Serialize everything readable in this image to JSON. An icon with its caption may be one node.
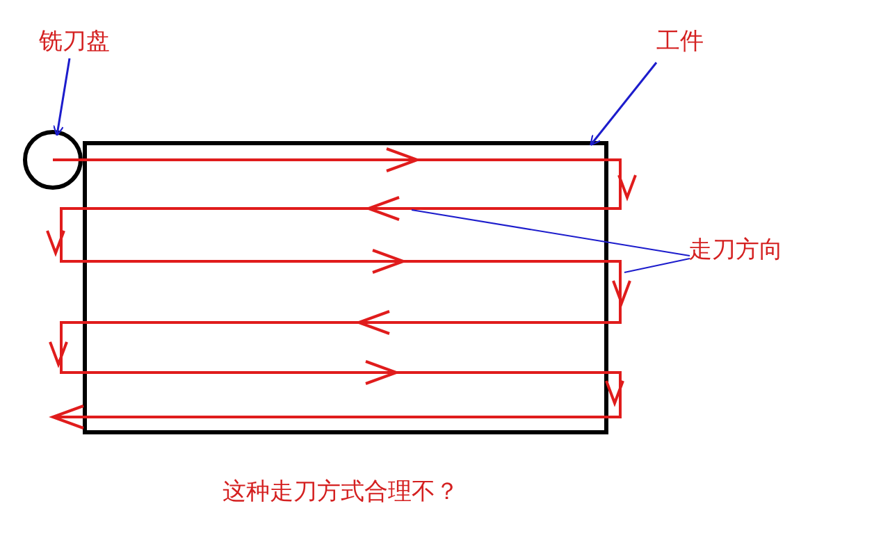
{
  "diagram": {
    "caption": "这种走刀方式合理不？",
    "nodes": [
      {
        "text": [
          "铣刀盘"
        ]
      },
      {
        "text": [],
        "shape": "circle"
      },
      {
        "text": [
          "工件"
        ]
      },
      {
        "text": [],
        "shape": "box"
      },
      {
        "text": [
          "走刀方向"
        ]
      },
      {
        "text": [],
        "shape": "line"
      }
    ],
    "edges": [
      {
        "from": 0,
        "to": 1,
        "arrow": "to"
      },
      {
        "from": 2,
        "to": 3,
        "arrow": "to"
      },
      {
        "from": 4,
        "to": 5,
        "arrow": "none"
      },
      {
        "from": 4,
        "to": 5,
        "arrow": "none"
      }
    ]
  }
}
